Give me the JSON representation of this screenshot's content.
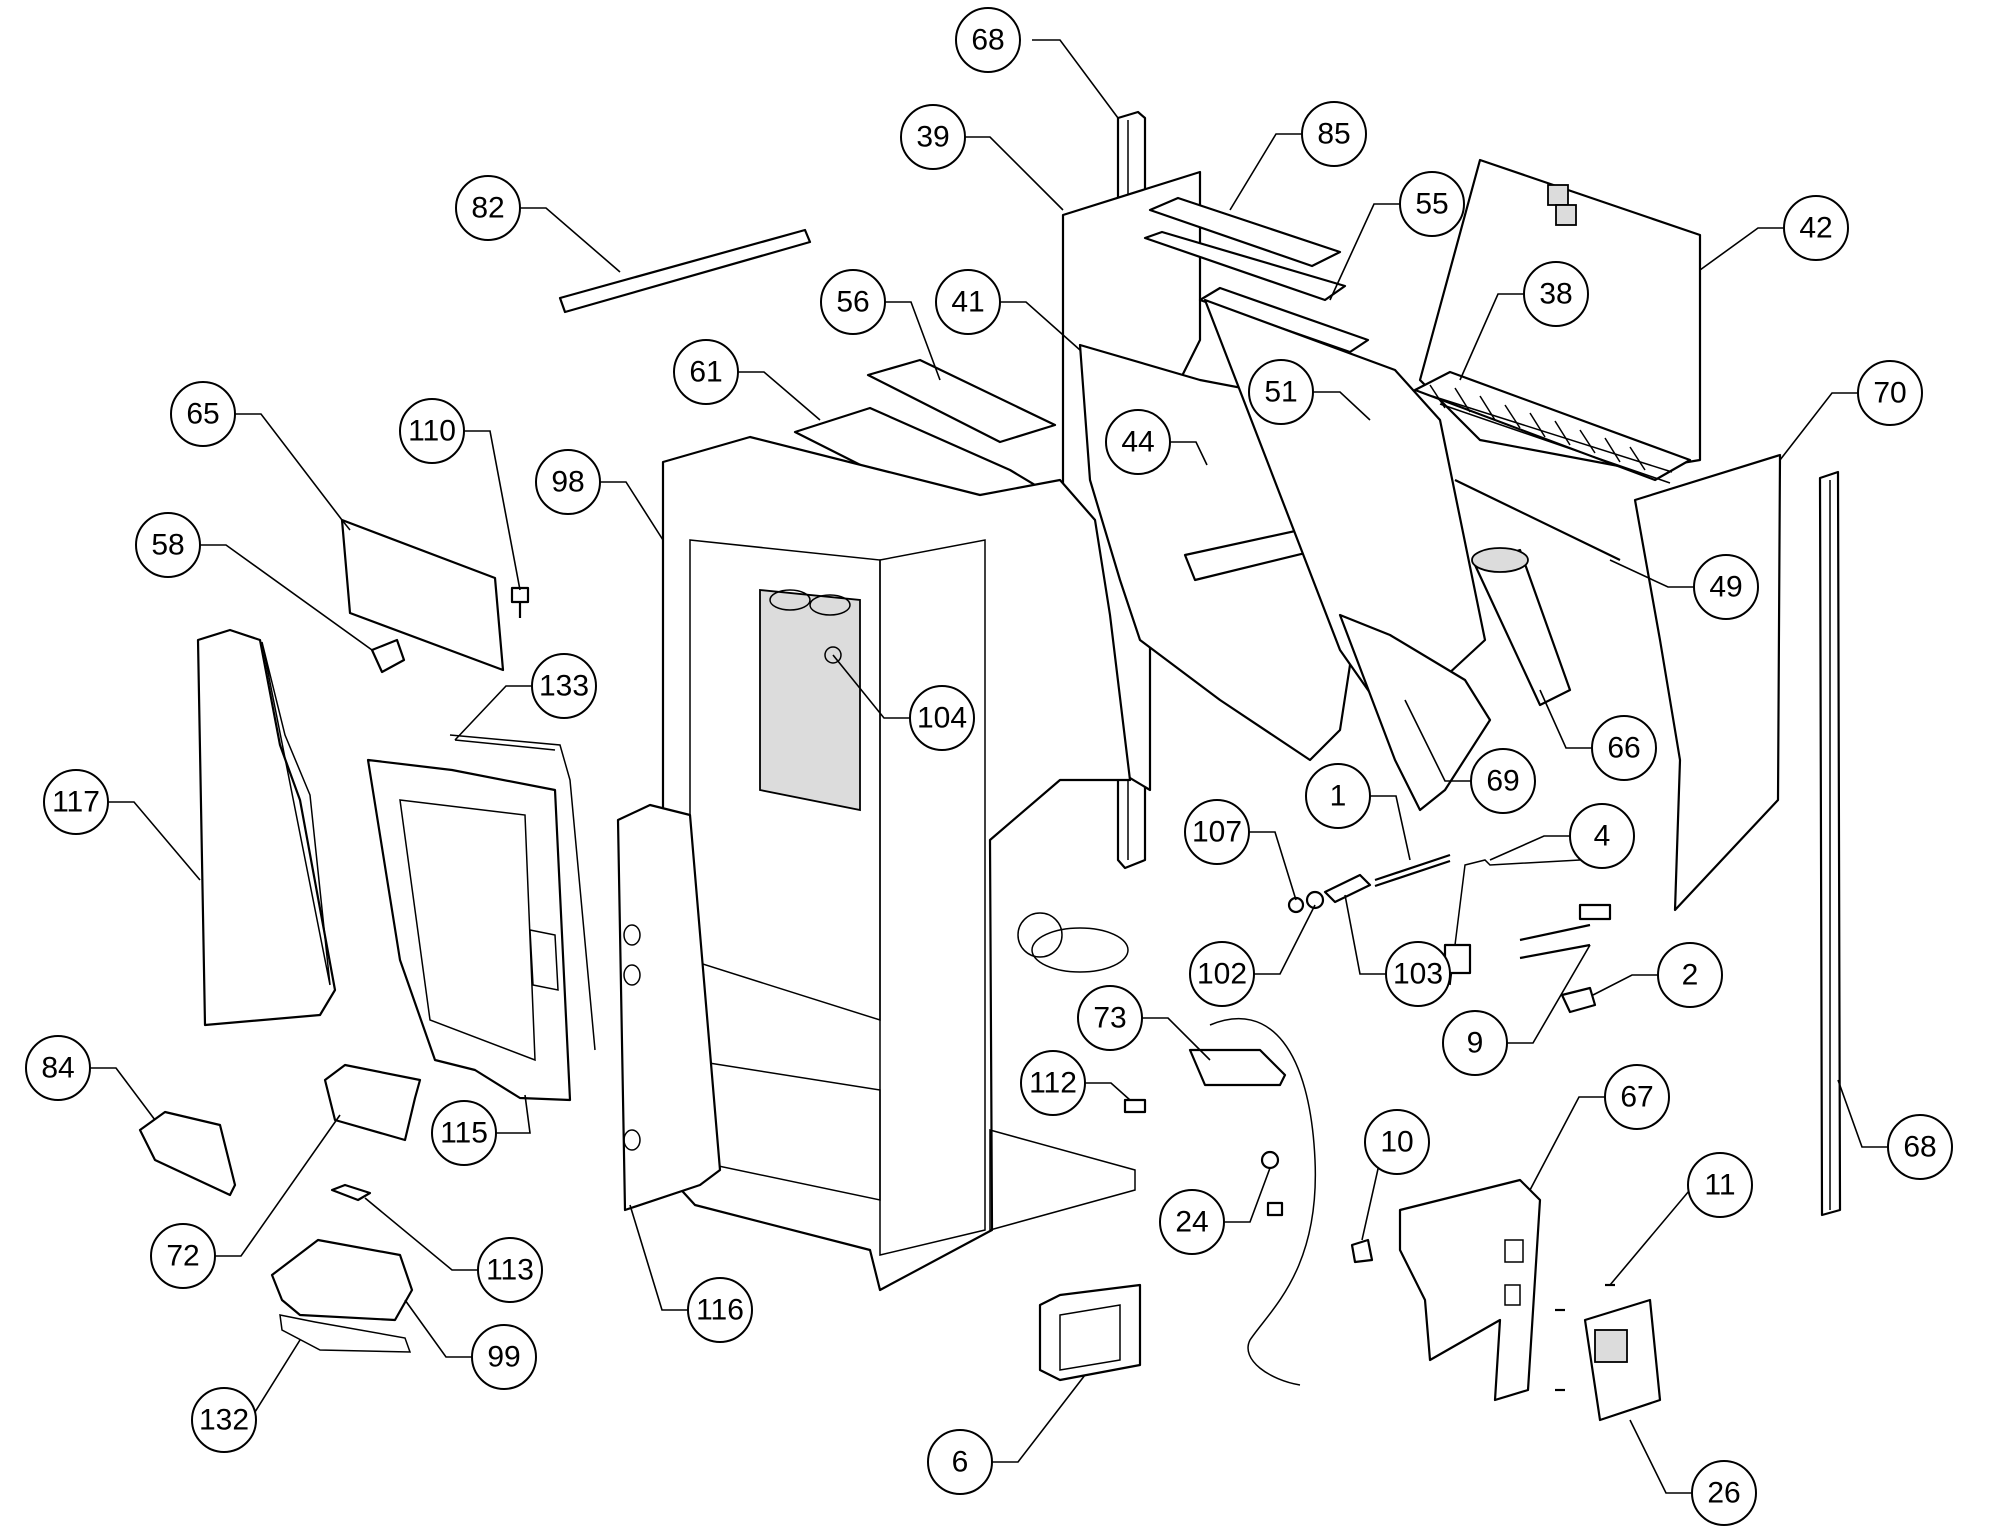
{
  "callouts": [
    {
      "id": "c1",
      "label": "1"
    },
    {
      "id": "c2",
      "label": "2"
    },
    {
      "id": "c4",
      "label": "4"
    },
    {
      "id": "c6",
      "label": "6"
    },
    {
      "id": "c9",
      "label": "9"
    },
    {
      "id": "c10",
      "label": "10"
    },
    {
      "id": "c11",
      "label": "11"
    },
    {
      "id": "c24",
      "label": "24"
    },
    {
      "id": "c26",
      "label": "26"
    },
    {
      "id": "c38",
      "label": "38"
    },
    {
      "id": "c39",
      "label": "39"
    },
    {
      "id": "c41",
      "label": "41"
    },
    {
      "id": "c42",
      "label": "42"
    },
    {
      "id": "c44",
      "label": "44"
    },
    {
      "id": "c49",
      "label": "49"
    },
    {
      "id": "c51",
      "label": "51"
    },
    {
      "id": "c55",
      "label": "55"
    },
    {
      "id": "c56",
      "label": "56"
    },
    {
      "id": "c58",
      "label": "58"
    },
    {
      "id": "c61",
      "label": "61"
    },
    {
      "id": "c65",
      "label": "65"
    },
    {
      "id": "c66",
      "label": "66"
    },
    {
      "id": "c67",
      "label": "67"
    },
    {
      "id": "c68a",
      "label": "68"
    },
    {
      "id": "c68b",
      "label": "68"
    },
    {
      "id": "c69",
      "label": "69"
    },
    {
      "id": "c70",
      "label": "70"
    },
    {
      "id": "c72",
      "label": "72"
    },
    {
      "id": "c73",
      "label": "73"
    },
    {
      "id": "c82",
      "label": "82"
    },
    {
      "id": "c84",
      "label": "84"
    },
    {
      "id": "c85",
      "label": "85"
    },
    {
      "id": "c98",
      "label": "98"
    },
    {
      "id": "c99",
      "label": "99"
    },
    {
      "id": "c102",
      "label": "102"
    },
    {
      "id": "c103",
      "label": "103"
    },
    {
      "id": "c104",
      "label": "104"
    },
    {
      "id": "c107",
      "label": "107"
    },
    {
      "id": "c110",
      "label": "110"
    },
    {
      "id": "c112",
      "label": "112"
    },
    {
      "id": "c113",
      "label": "113"
    },
    {
      "id": "c115",
      "label": "115"
    },
    {
      "id": "c116",
      "label": "116"
    },
    {
      "id": "c117",
      "label": "117"
    },
    {
      "id": "c132",
      "label": "132"
    },
    {
      "id": "c133",
      "label": "133"
    }
  ]
}
